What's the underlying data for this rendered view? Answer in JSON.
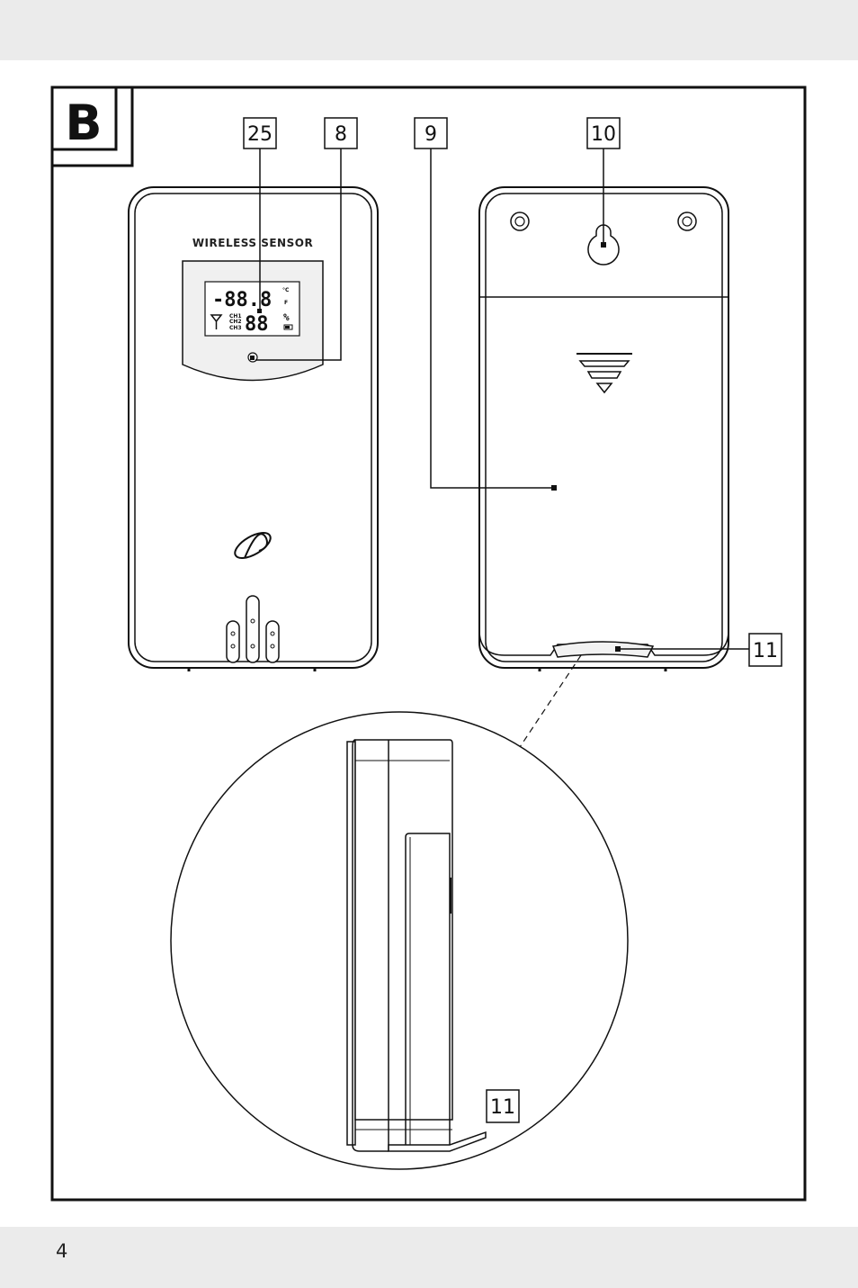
{
  "section_label": "B",
  "page_number": "4",
  "device_label": "WIRELESS SENSOR",
  "lcd": {
    "temperature": "-88.8",
    "temperature_unit_c": "°C",
    "temperature_unit_f": "F",
    "humidity": "88",
    "humidity_unit": "%",
    "channels": [
      "CH1",
      "CH2",
      "CH3"
    ]
  },
  "callouts": {
    "c25": "25",
    "c8": "8",
    "c9": "9",
    "c10": "10",
    "c11_back": "11",
    "c11_side": "11"
  }
}
